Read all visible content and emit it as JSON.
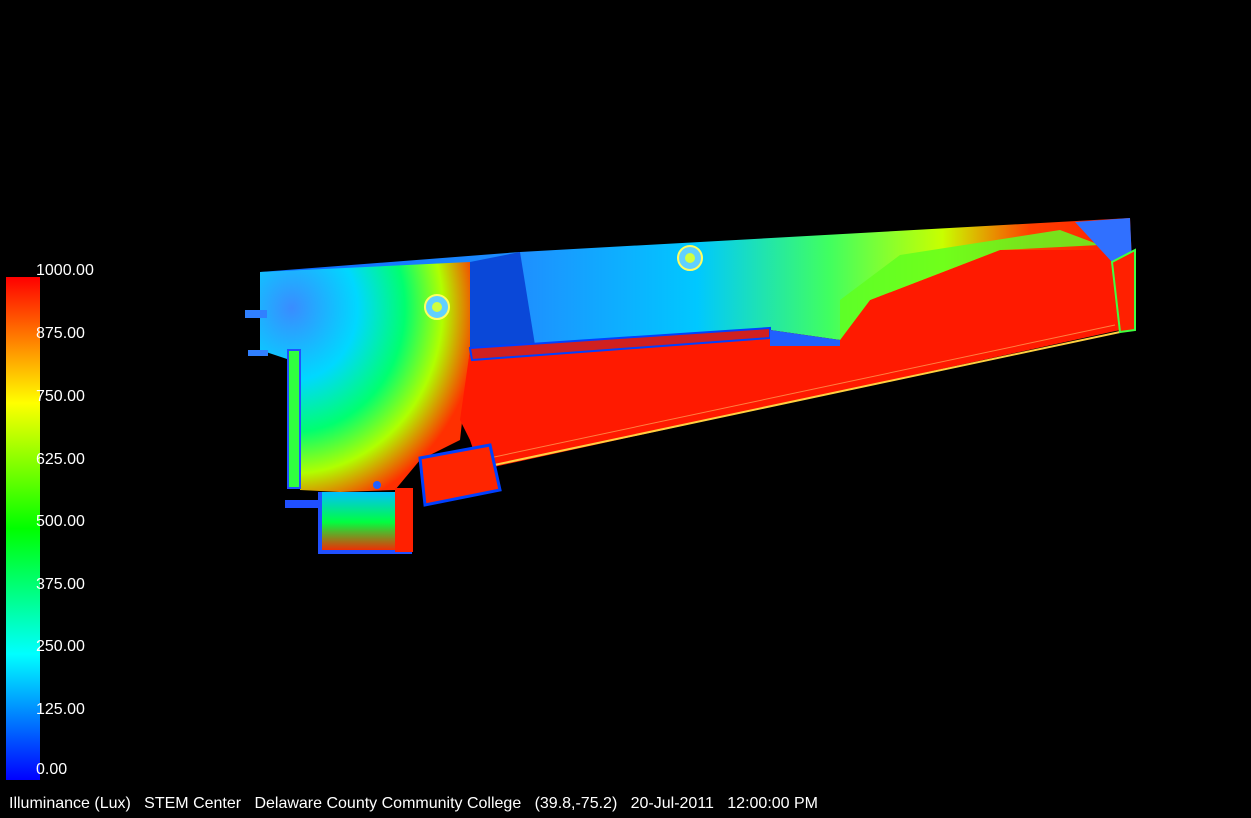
{
  "legend": {
    "ticks": [
      "1000.00",
      "875.00",
      "750.00",
      "625.00",
      "500.00",
      "375.00",
      "250.00",
      "125.00",
      "0.00"
    ],
    "colors": [
      "#ff0000",
      "#ff8000",
      "#ffff00",
      "#80ff00",
      "#00ff00",
      "#00ff80",
      "#00ffff",
      "#0080ff",
      "#0000ff"
    ]
  },
  "status": {
    "metric": "Illuminance (Lux)",
    "building": "STEM Center",
    "site": "Delaware County Community College",
    "coords": "(39.8,-75.2)",
    "date": "20-Jul-2011",
    "time": "12:00:00 PM"
  }
}
